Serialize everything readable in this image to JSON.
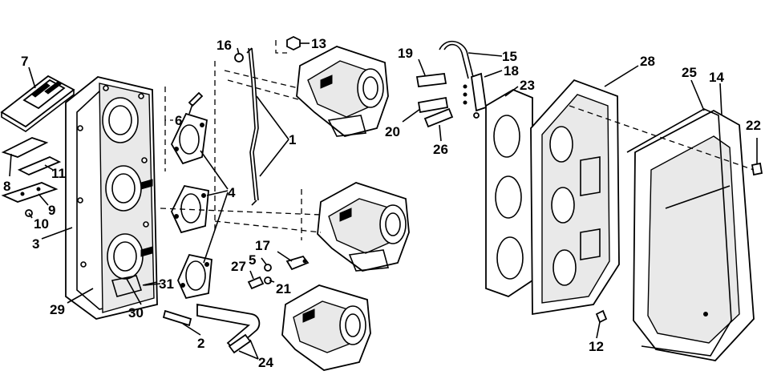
{
  "diagram": {
    "callouts": [
      {
        "id": "c1",
        "text": "1"
      },
      {
        "id": "c2",
        "text": "2"
      },
      {
        "id": "c3",
        "text": "3"
      },
      {
        "id": "c4",
        "text": "4"
      },
      {
        "id": "c5",
        "text": "5"
      },
      {
        "id": "c6",
        "text": "6"
      },
      {
        "id": "c7",
        "text": "7"
      },
      {
        "id": "c8",
        "text": "8"
      },
      {
        "id": "c9",
        "text": "9"
      },
      {
        "id": "c10",
        "text": "10"
      },
      {
        "id": "c11",
        "text": "11"
      },
      {
        "id": "c12",
        "text": "12"
      },
      {
        "id": "c13",
        "text": "13"
      },
      {
        "id": "c14",
        "text": "14"
      },
      {
        "id": "c15",
        "text": "15"
      },
      {
        "id": "c16",
        "text": "16"
      },
      {
        "id": "c17",
        "text": "17"
      },
      {
        "id": "c18",
        "text": "18"
      },
      {
        "id": "c19",
        "text": "19"
      },
      {
        "id": "c20",
        "text": "20"
      },
      {
        "id": "c21",
        "text": "21"
      },
      {
        "id": "c22",
        "text": "22"
      },
      {
        "id": "c23",
        "text": "23"
      },
      {
        "id": "c24",
        "text": "24"
      },
      {
        "id": "c25",
        "text": "25"
      },
      {
        "id": "c26",
        "text": "26"
      },
      {
        "id": "c27",
        "text": "27"
      },
      {
        "id": "c28",
        "text": "28"
      },
      {
        "id": "c29",
        "text": "29"
      },
      {
        "id": "c30",
        "text": "30"
      },
      {
        "id": "c31",
        "text": "31"
      }
    ]
  }
}
